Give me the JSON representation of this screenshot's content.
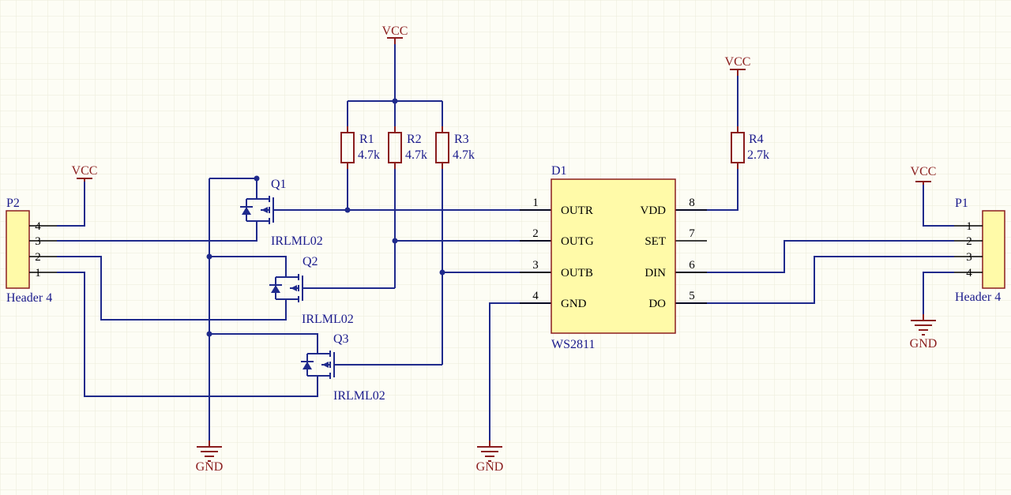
{
  "d1": {
    "designator": "D1",
    "part": "WS2811",
    "pins_left": [
      {
        "num": "1",
        "name": "OUTR"
      },
      {
        "num": "2",
        "name": "OUTG"
      },
      {
        "num": "3",
        "name": "OUTB"
      },
      {
        "num": "4",
        "name": "GND"
      }
    ],
    "pins_right": [
      {
        "num": "8",
        "name": "VDD"
      },
      {
        "num": "7",
        "name": "SET"
      },
      {
        "num": "6",
        "name": "DIN"
      },
      {
        "num": "5",
        "name": "DO"
      }
    ]
  },
  "p2": {
    "designator": "P2",
    "part": "Header 4",
    "pins": [
      "4",
      "3",
      "2",
      "1"
    ]
  },
  "p1": {
    "designator": "P1",
    "part": "Header 4",
    "pins": [
      "1",
      "2",
      "3",
      "4"
    ]
  },
  "r1": {
    "designator": "R1",
    "value": "4.7k"
  },
  "r2": {
    "designator": "R2",
    "value": "4.7k"
  },
  "r3": {
    "designator": "R3",
    "value": "4.7k"
  },
  "r4": {
    "designator": "R4",
    "value": "2.7k"
  },
  "q1": {
    "designator": "Q1",
    "part": "IRLML02"
  },
  "q2": {
    "designator": "Q2",
    "part": "IRLML02"
  },
  "q3": {
    "designator": "Q3",
    "part": "IRLML02"
  },
  "power": {
    "vcc": "VCC",
    "gnd": "GND"
  },
  "colors": {
    "wire": "#1f2a8c",
    "power": "#8b1e1e",
    "component_fill": "#fffaa8",
    "background": "#fdfdf5"
  }
}
